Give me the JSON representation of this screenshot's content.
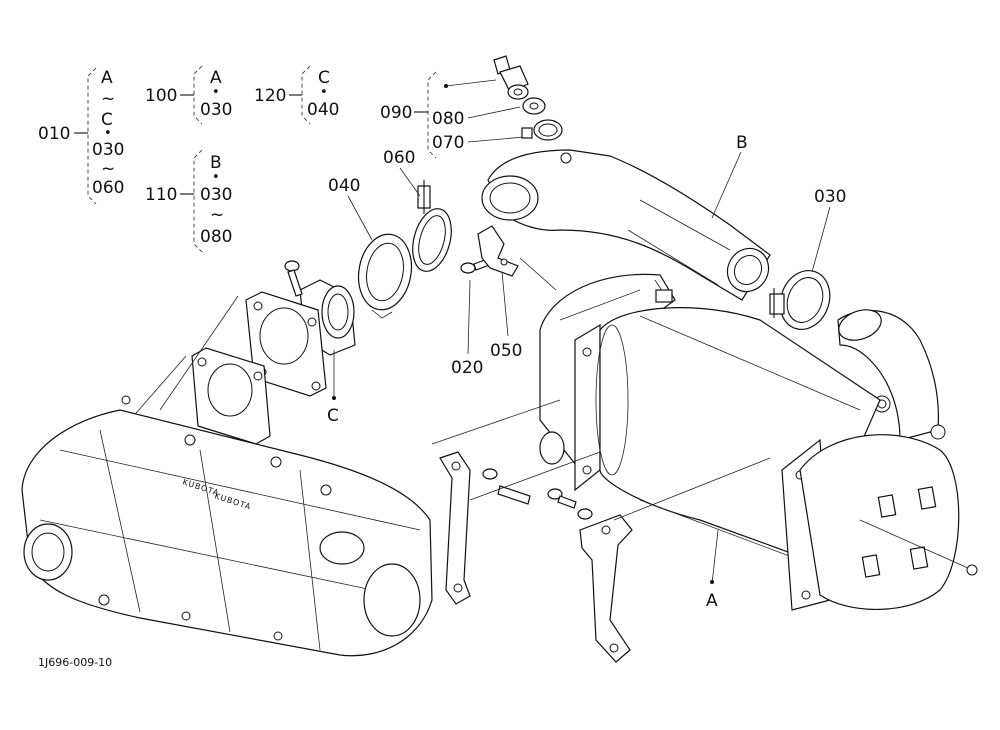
{
  "labels": {
    "g010": {
      "num": "010",
      "a": "A",
      "tilde1": "~",
      "c": "C",
      "dot": "•",
      "from": "030",
      "tilde2": "~",
      "to": "060"
    },
    "g100": {
      "num": "100",
      "a": "A",
      "dot": "•",
      "val": "030"
    },
    "g120": {
      "num": "120",
      "c": "C",
      "dot": "•",
      "val": "040"
    },
    "g110": {
      "num": "110",
      "b": "B",
      "dot": "•",
      "from": "030",
      "tilde": "~",
      "to": "080"
    },
    "g090": {
      "num": "090",
      "n080": "080",
      "n070": "070"
    },
    "l060": "060",
    "l040": "040",
    "l030": "030",
    "l020": "020",
    "l050": "050",
    "lA": "A",
    "lB": "B",
    "lC": "C",
    "code": "1J696-009-10",
    "manifold_text": "KUBOTA"
  }
}
